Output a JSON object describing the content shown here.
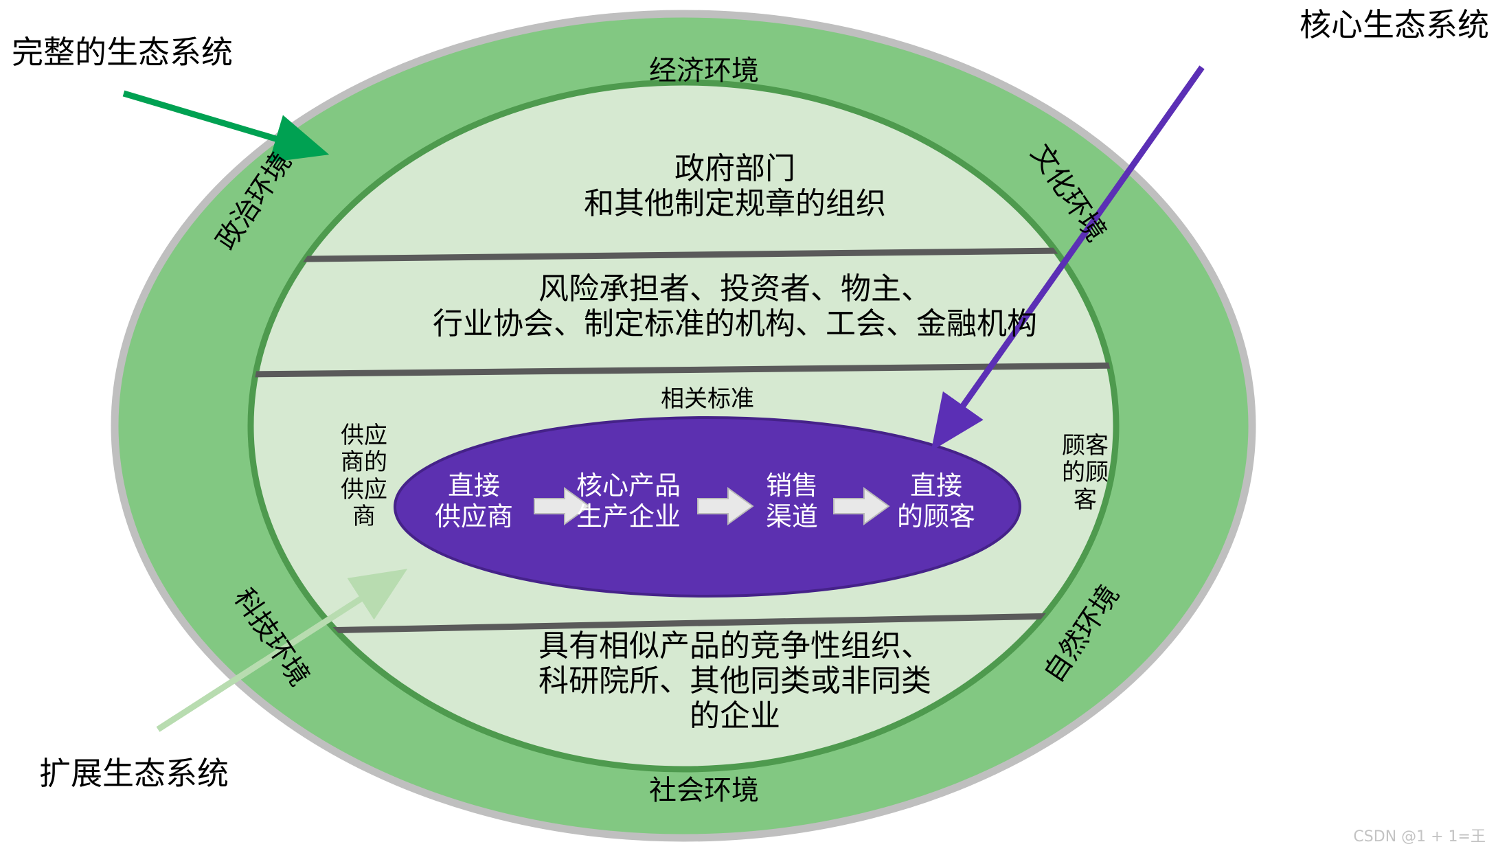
{
  "diagram": {
    "callouts": [
      {
        "id": "complete",
        "text": "完整的生态系统",
        "arrow_color": "#00a152"
      },
      {
        "id": "core",
        "text": "核心生态系统",
        "arrow_color": "#5b2fb5"
      },
      {
        "id": "extend",
        "text": "扩展生态系统",
        "arrow_color": "#b8dcb0"
      }
    ],
    "outer_ring": {
      "fill": "#82c882",
      "stroke": "#bfbfbf",
      "labels": [
        {
          "id": "economic",
          "text": "经济环境"
        },
        {
          "id": "cultural",
          "text": "文化环境"
        },
        {
          "id": "natural",
          "text": "自然环境"
        },
        {
          "id": "social",
          "text": "社会环境"
        },
        {
          "id": "technology",
          "text": "科技环境"
        },
        {
          "id": "political",
          "text": "政治环境"
        }
      ]
    },
    "inner_ellipse": {
      "fill": "#d6e9d1",
      "stroke": "#4e9a4e",
      "bands": [
        {
          "id": "government",
          "lines": [
            "政府部门",
            "和其他制定规章的组织"
          ]
        },
        {
          "id": "stakeholders",
          "lines": [
            "风险承担者、投资者、物主、",
            "行业协会、制定标准的机构、工会、金融机构"
          ]
        },
        {
          "id": "standards",
          "lines": [
            "相关标准"
          ]
        },
        {
          "id": "competitors",
          "lines": [
            "具有相似产品的竞争性组织、",
            "科研院所、其他同类或非同类",
            "的企业"
          ]
        }
      ],
      "side_labels": [
        {
          "id": "suppliers-supplier",
          "lines": [
            "供应",
            "商的",
            "供应",
            "商"
          ]
        },
        {
          "id": "customers-customer",
          "lines": [
            "顾客",
            "的顾",
            "客"
          ]
        }
      ],
      "divider_color": "#5a5a5a"
    },
    "core_ellipse": {
      "fill": "#5c30b0",
      "stroke": "#452289",
      "text_color": "#ffffff",
      "arrow_color": "#e8e8e8",
      "chain": [
        {
          "id": "direct-supplier",
          "lines": [
            "直接",
            "供应商"
          ]
        },
        {
          "id": "core-producer",
          "lines": [
            "核心产品",
            "生产企业"
          ]
        },
        {
          "id": "sales-channel",
          "lines": [
            "销售",
            "渠道"
          ]
        },
        {
          "id": "direct-customer",
          "lines": [
            "直接",
            "的顾客"
          ]
        }
      ]
    },
    "watermark": "CSDN @1 + 1=王"
  }
}
